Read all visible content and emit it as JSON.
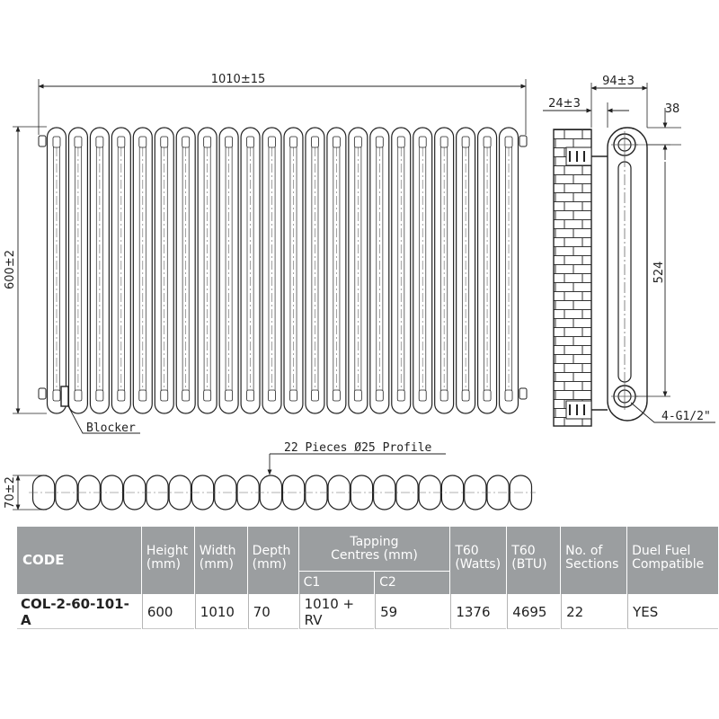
{
  "drawing": {
    "width_dim": "1010±15",
    "height_dim": "600±2",
    "blocker_label": "Blocker",
    "profile_label": "22 Pieces Ø25 Profile",
    "depth_dim": "70±2",
    "side_depth_dim": "94±3",
    "wall_gap_dim": "24±3",
    "pipe_offset_dim": "38",
    "centres_dim": "524",
    "tapping_label": "4-G1/2\"",
    "column_count": 22
  },
  "table": {
    "headers": {
      "code": "CODE",
      "height": [
        "Height",
        "(mm)"
      ],
      "width": [
        "Width",
        "(mm)"
      ],
      "depth": [
        "Depth",
        "(mm)"
      ],
      "tapping": [
        "Tapping",
        "Centres (mm)"
      ],
      "c1": "C1",
      "c2": "C2",
      "t60_watts": [
        "T60",
        "(Watts)"
      ],
      "t60_btu": [
        "T60",
        "(BTU)"
      ],
      "sections": [
        "No. of",
        "Sections"
      ],
      "dual_fuel": [
        "Duel Fuel",
        "Compatible"
      ]
    },
    "row": {
      "code": "COL-2-60-101-A",
      "height": "600",
      "width": "1010",
      "depth": "70",
      "c1": "1010 + RV",
      "c2": "59",
      "t60_watts": "1376",
      "t60_btu": "4695",
      "sections": "22",
      "dual_fuel": "YES"
    }
  }
}
